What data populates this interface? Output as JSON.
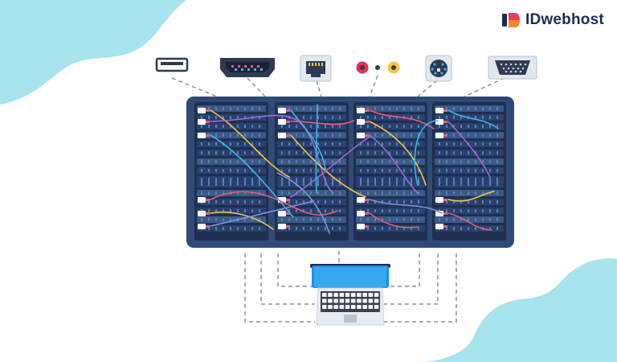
{
  "brand": {
    "name": "IDwebhost",
    "colors": {
      "text": "#1e2a57",
      "logo_a": "#1e2a57",
      "logo_b": "#e83e5c",
      "logo_c": "#f28c28"
    }
  },
  "palette": {
    "background": "#ffffff",
    "blob": "#a8e4ee",
    "rack_body": "#2f4a75",
    "rack_panel": "#1f2f4d",
    "connector_outline": "#2f3a52",
    "laptop_screen": "#1e8fe3",
    "laptop_body": "#e6ebf2",
    "cables": [
      "#f5c542",
      "#a06ad6",
      "#3db6e8",
      "#e95c7b",
      "#8a8fd6"
    ]
  },
  "connectors": [
    {
      "type": "usb-port",
      "icon": "usb-icon"
    },
    {
      "type": "hdmi-port",
      "icon": "hdmi-icon"
    },
    {
      "type": "ethernet-port",
      "icon": "ethernet-icon"
    },
    {
      "type": "rca-audio-port",
      "icon": "rca-icon"
    },
    {
      "type": "ps2-port",
      "icon": "ps2-icon"
    },
    {
      "type": "vga-port",
      "icon": "vga-icon"
    }
  ],
  "rack": {
    "columns": 4
  },
  "device": {
    "type": "laptop",
    "icon": "laptop-icon"
  }
}
